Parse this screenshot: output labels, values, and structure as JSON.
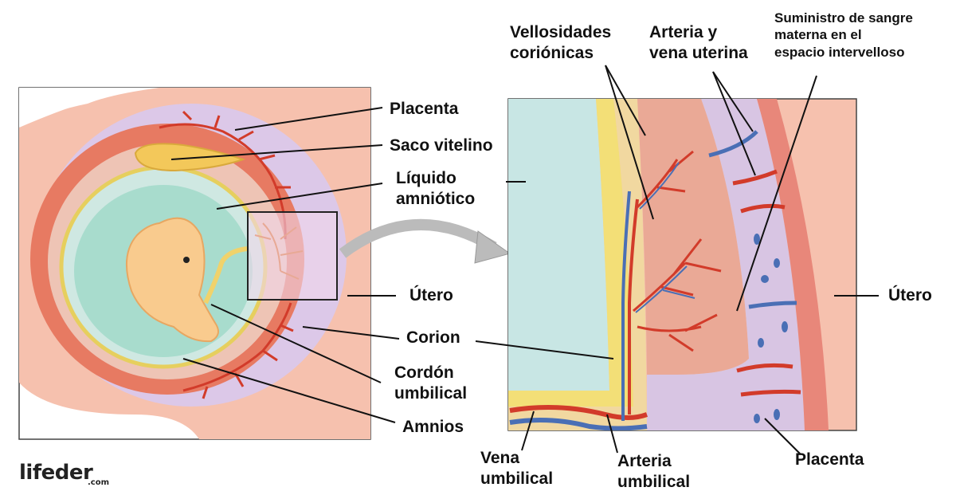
{
  "labels": {
    "placenta_left": "Placenta",
    "saco_vitelino": "Saco vitelino",
    "liquido_amniotico": [
      "Líquido",
      "amniótico"
    ],
    "utero_left": "Útero",
    "corion": "Corion",
    "cordon_umbilical": [
      "Cordón",
      "umbilical"
    ],
    "amnios": "Amnios",
    "vellosidades": [
      "Vellosidades",
      "coriónicas"
    ],
    "arteria_vena_uterina": [
      "Arteria y",
      "vena uterina"
    ],
    "suministro": [
      "Suministro de sangre",
      "materna en el",
      "espacio intervelloso"
    ],
    "utero_right": "Útero",
    "vena_umbilical": [
      "Vena",
      "umbilical"
    ],
    "arteria_umbilical": [
      "Arteria",
      "umbilical"
    ],
    "placenta_right": "Placenta"
  },
  "logo": {
    "text": "lifeder",
    "suffix": ".com"
  },
  "colors": {
    "uterus": "#f4b7a3",
    "placenta": "#d9c7e6",
    "amnion_fluid": "#9fd8c8",
    "embryo": "#f8c98f",
    "artery": "#d23b2a",
    "vein": "#4a6fb5",
    "yellow_layer": "#f3df77"
  }
}
